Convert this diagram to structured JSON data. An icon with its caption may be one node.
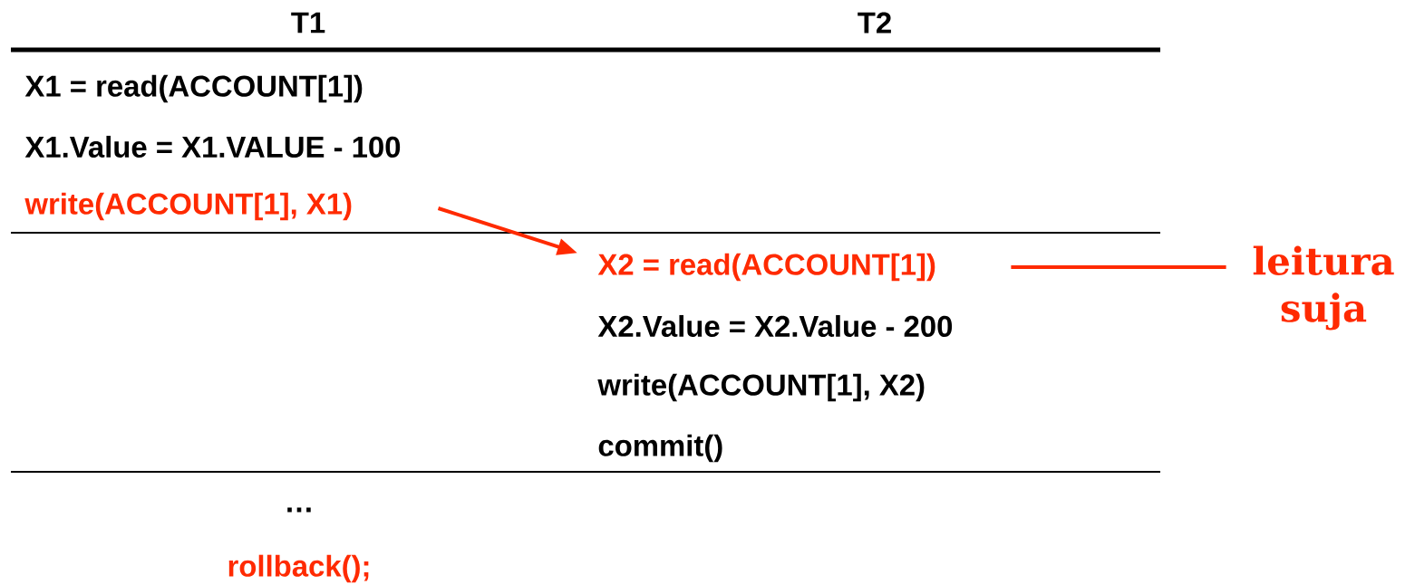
{
  "diagram": {
    "nodes": [
      {
        "text": [
          "write(ACCOUNT[1], X1)"
        ]
      },
      {
        "text": [
          "X2 = read(ACCOUNT[1])"
        ]
      },
      {
        "text": [
          "leitura suja"
        ]
      }
    ],
    "edges": [
      {
        "from": 0,
        "to": 1,
        "arrow": "to"
      },
      {
        "from": 2,
        "to": 1,
        "arrow": "none"
      }
    ],
    "labels": [
      "T1",
      "T2",
      "X1 = read(ACCOUNT[1])",
      "X1.Value = X1.VALUE - 100",
      "X2.Value = X2.Value - 200",
      "write(ACCOUNT[1], X2)",
      "commit()",
      "…",
      "rollback();"
    ]
  }
}
